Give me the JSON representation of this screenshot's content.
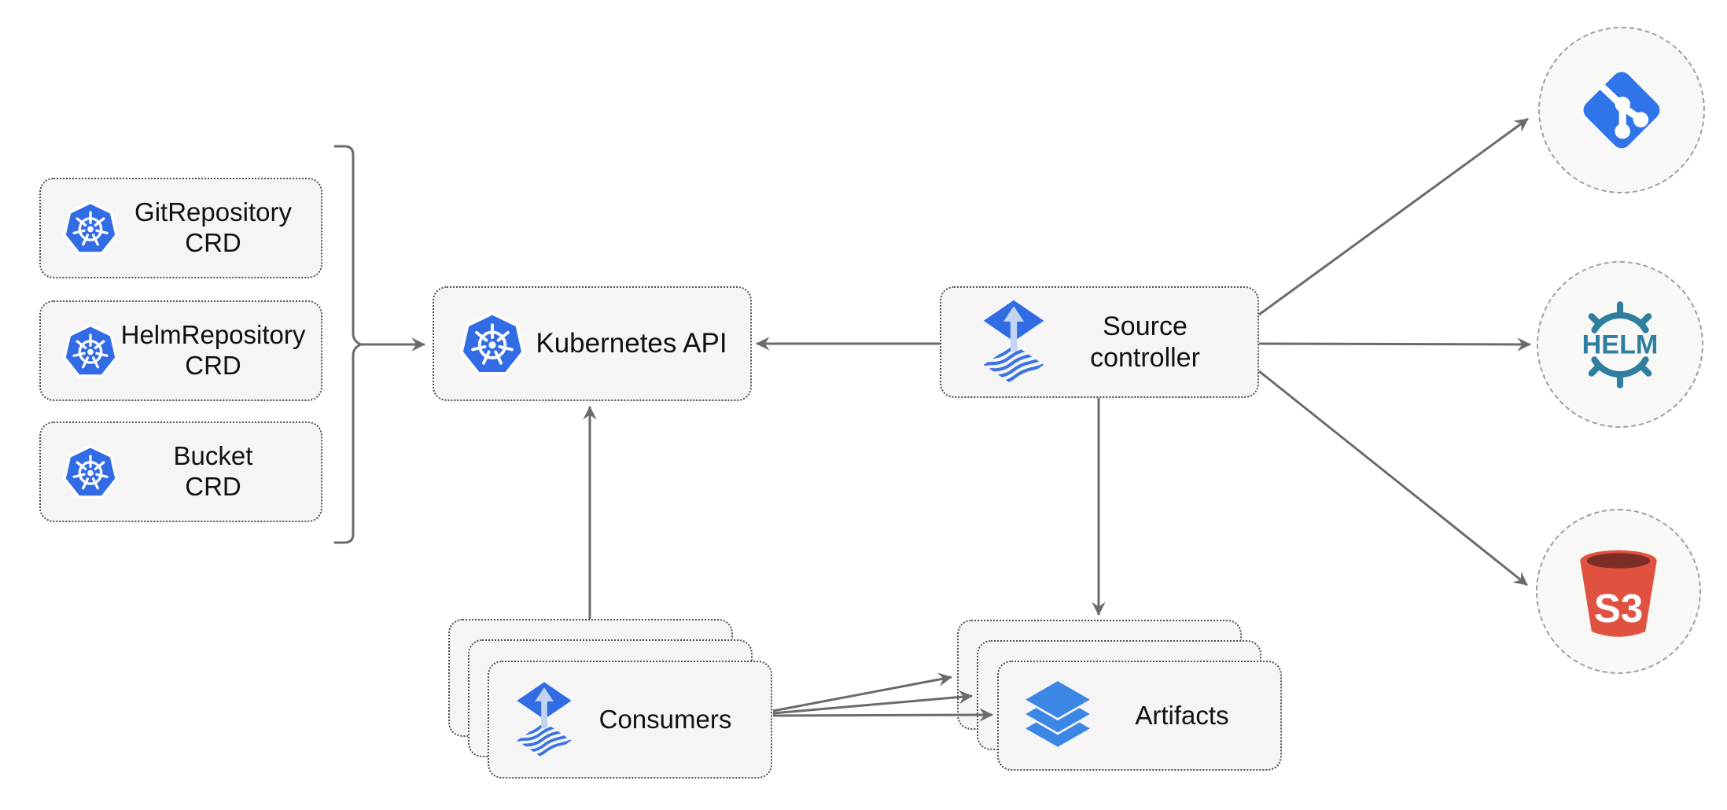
{
  "diagram": {
    "nodes": {
      "crd_boxes": [
        {
          "title": "GitRepository",
          "subtitle": "CRD",
          "icon": "kubernetes-icon"
        },
        {
          "title": "HelmRepository",
          "subtitle": "CRD",
          "icon": "kubernetes-icon"
        },
        {
          "title": "Bucket",
          "subtitle": "CRD",
          "icon": "kubernetes-icon"
        }
      ],
      "kubernetes_api": {
        "label": "Kubernetes API",
        "icon": "kubernetes-icon"
      },
      "source_controller": {
        "title": "Source",
        "subtitle": "controller",
        "icon": "flux-icon"
      },
      "consumers": {
        "label": "Consumers",
        "icon": "flux-icon",
        "stack_count": 3
      },
      "artifacts": {
        "label": "Artifacts",
        "icon": "layers-icon",
        "stack_count": 3
      },
      "externals": [
        {
          "id": "git",
          "icon": "git-icon",
          "label": ""
        },
        {
          "id": "helm",
          "icon": "helm-icon",
          "label": "HELM"
        },
        {
          "id": "s3",
          "icon": "s3-bucket-icon",
          "label": "S3"
        }
      ]
    },
    "edges": [
      {
        "from": "crd-group-bracket",
        "to": "kubernetes-api"
      },
      {
        "from": "source-controller",
        "to": "kubernetes-api"
      },
      {
        "from": "consumers",
        "to": "kubernetes-api"
      },
      {
        "from": "source-controller",
        "to": "artifacts"
      },
      {
        "from": "source-controller",
        "to": "git"
      },
      {
        "from": "source-controller",
        "to": "helm"
      },
      {
        "from": "source-controller",
        "to": "s3"
      },
      {
        "from": "consumers",
        "to": "artifacts",
        "arrow_count": 3
      }
    ],
    "colors": {
      "kubernetes_blue": "#326ce5",
      "flux_blue": "#316ce4",
      "flux_arrow_light": "#c5d3f2",
      "artifacts_blue": "#3c86e6",
      "git_blue": "#2f74e8",
      "helm_teal": "#2e7e9f",
      "s3_red": "#e0523f",
      "s3_dark_red": "#7b2d26",
      "node_fill": "#f5f5f5",
      "node_border": "#525252",
      "circle_fill": "#f8f8f6",
      "circle_border": "#a0a0a0",
      "connector_gray": "#6b6b6b",
      "text": "#111111",
      "background": "#ffffff"
    }
  }
}
